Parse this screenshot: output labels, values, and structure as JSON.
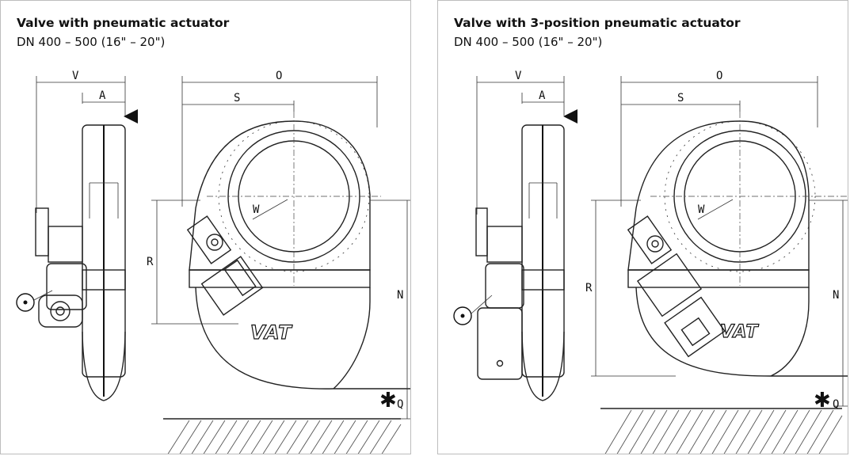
{
  "panels": [
    {
      "title": "Valve with pneumatic actuator",
      "subtitle": "DN 400 – 500 (16\" – 20\")",
      "labels": {
        "v": "V",
        "a": "A",
        "o": "O",
        "s": "S",
        "w": "W",
        "r": "R",
        "n": "N",
        "q": "Q",
        "brand": "VAT"
      }
    },
    {
      "title": "Valve with 3-position pneumatic actuator",
      "subtitle": "DN 400 – 500 (16\" – 20\")",
      "labels": {
        "v": "V",
        "a": "A",
        "o": "O",
        "s": "S",
        "w": "W",
        "r": "R",
        "n": "N",
        "q": "Q",
        "brand": "VAT"
      }
    }
  ],
  "symbols": {
    "flow_direction": "triangle-arrow-icon",
    "direction_marker": "circled-dot-icon",
    "note_marker": "asterisk-icon"
  }
}
